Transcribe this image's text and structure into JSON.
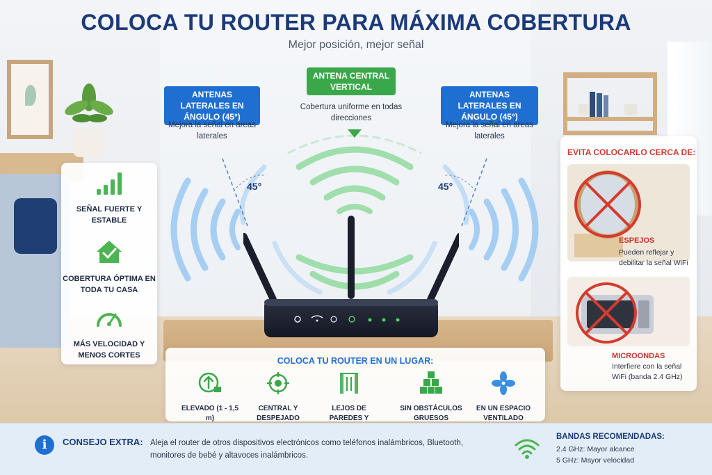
{
  "header": {
    "title": "COLOCA TU ROUTER PARA MÁXIMA COBERTURA",
    "subtitle": "Mejor posición, mejor señal"
  },
  "antennas": {
    "left": {
      "label": "ANTENAS LATERALES EN ÁNGULO (45°)",
      "desc": "Mejora la señal en áreas laterales",
      "angle": "45°"
    },
    "center": {
      "label": "ANTENA CENTRAL VERTICAL",
      "desc": "Cobertura uniforme en todas direcciones"
    },
    "right": {
      "label": "ANTENAS LATERALES EN ÁNGULO (45°)",
      "desc": "Mejora la señal en áreas laterales",
      "angle": "45°"
    }
  },
  "benefits": [
    {
      "label": "SEÑAL FUERTE Y ESTABLE",
      "icon": "signal-bars-icon"
    },
    {
      "label": "COBERTURA ÓPTIMA EN TODA TU CASA",
      "icon": "home-check-icon"
    },
    {
      "label": "MÁS VELOCIDAD Y MENOS CORTES",
      "icon": "speedometer-icon"
    }
  ],
  "avoid": {
    "title": "EVITA COLOCARLO CERCA DE:",
    "items": [
      {
        "name": "ESPEJOS",
        "desc": "Pueden reflejar y debilitar la señal WiFi",
        "icon": "mirror-crossed-icon"
      },
      {
        "name": "MICROONDAS",
        "desc": "Interfiere con la señal WiFi (banda 2.4 GHz)",
        "icon": "microwave-crossed-icon"
      }
    ]
  },
  "placement": {
    "title": "COLOCA TU ROUTER EN UN LUGAR:",
    "items": [
      {
        "label": "ELEVADO (1 - 1,5 m)",
        "icon": "elevated-icon"
      },
      {
        "label": "CENTRAL Y DESPEJADO",
        "icon": "target-icon"
      },
      {
        "label": "LEJOS DE PAREDES Y ESQUINAS",
        "icon": "walls-icon"
      },
      {
        "label": "SIN OBSTÁCULOS GRUESOS",
        "icon": "boxes-icon"
      },
      {
        "label": "EN UN ESPACIO VENTILADO",
        "icon": "fan-icon"
      }
    ]
  },
  "tip": {
    "label": "CONSEJO EXTRA:",
    "text": "Aleja el router de otros dispositivos electrónicos como teléfonos inalámbricos, Bluetooth, monitores de bebé y altavoces inalámbricos."
  },
  "bands": {
    "title": "BANDAS RECOMENDADAS:",
    "items": [
      "2.4 GHz: Mayor alcance",
      "5 GHz: Mayor velocidad"
    ]
  },
  "colors": {
    "blue": "#1f6fd1",
    "green": "#3aa84a",
    "red": "#d53b2f",
    "navy": "#1b3a7a"
  }
}
